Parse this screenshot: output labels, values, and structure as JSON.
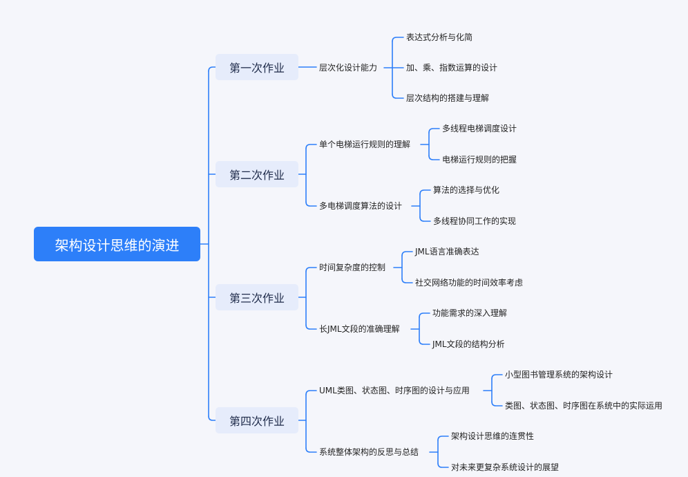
{
  "root": "架构设计思维的演进",
  "branches": [
    {
      "label": "第一次作业",
      "children": [
        {
          "label": "层次化设计能力",
          "children": [
            "表达式分析与化简",
            "加、乘、指数运算的设计",
            "层次结构的搭建与理解"
          ]
        }
      ]
    },
    {
      "label": "第二次作业",
      "children": [
        {
          "label": "单个电梯运行规则的理解",
          "children": [
            "多线程电梯调度设计",
            "电梯运行规则的把握"
          ]
        },
        {
          "label": "多电梯调度算法的设计",
          "children": [
            "算法的选择与优化",
            "多线程协同工作的实现"
          ]
        }
      ]
    },
    {
      "label": "第三次作业",
      "children": [
        {
          "label": "时间复杂度的控制",
          "children": [
            "JML语言准确表达",
            "社交网络功能的时间效率考虑"
          ]
        },
        {
          "label": "长JML文段的准确理解",
          "children": [
            "功能需求的深入理解",
            "JML文段的结构分析"
          ]
        }
      ]
    },
    {
      "label": "第四次作业",
      "children": [
        {
          "label": "UML类图、状态图、时序图的设计与应用",
          "children": [
            "小型图书管理系统的架构设计",
            "类图、状态图、时序图在系统中的实际运用"
          ]
        },
        {
          "label": "系统整体架构的反思与总结",
          "children": [
            "架构设计思维的连贯性",
            "对未来更复杂系统设计的展望"
          ]
        }
      ]
    }
  ]
}
